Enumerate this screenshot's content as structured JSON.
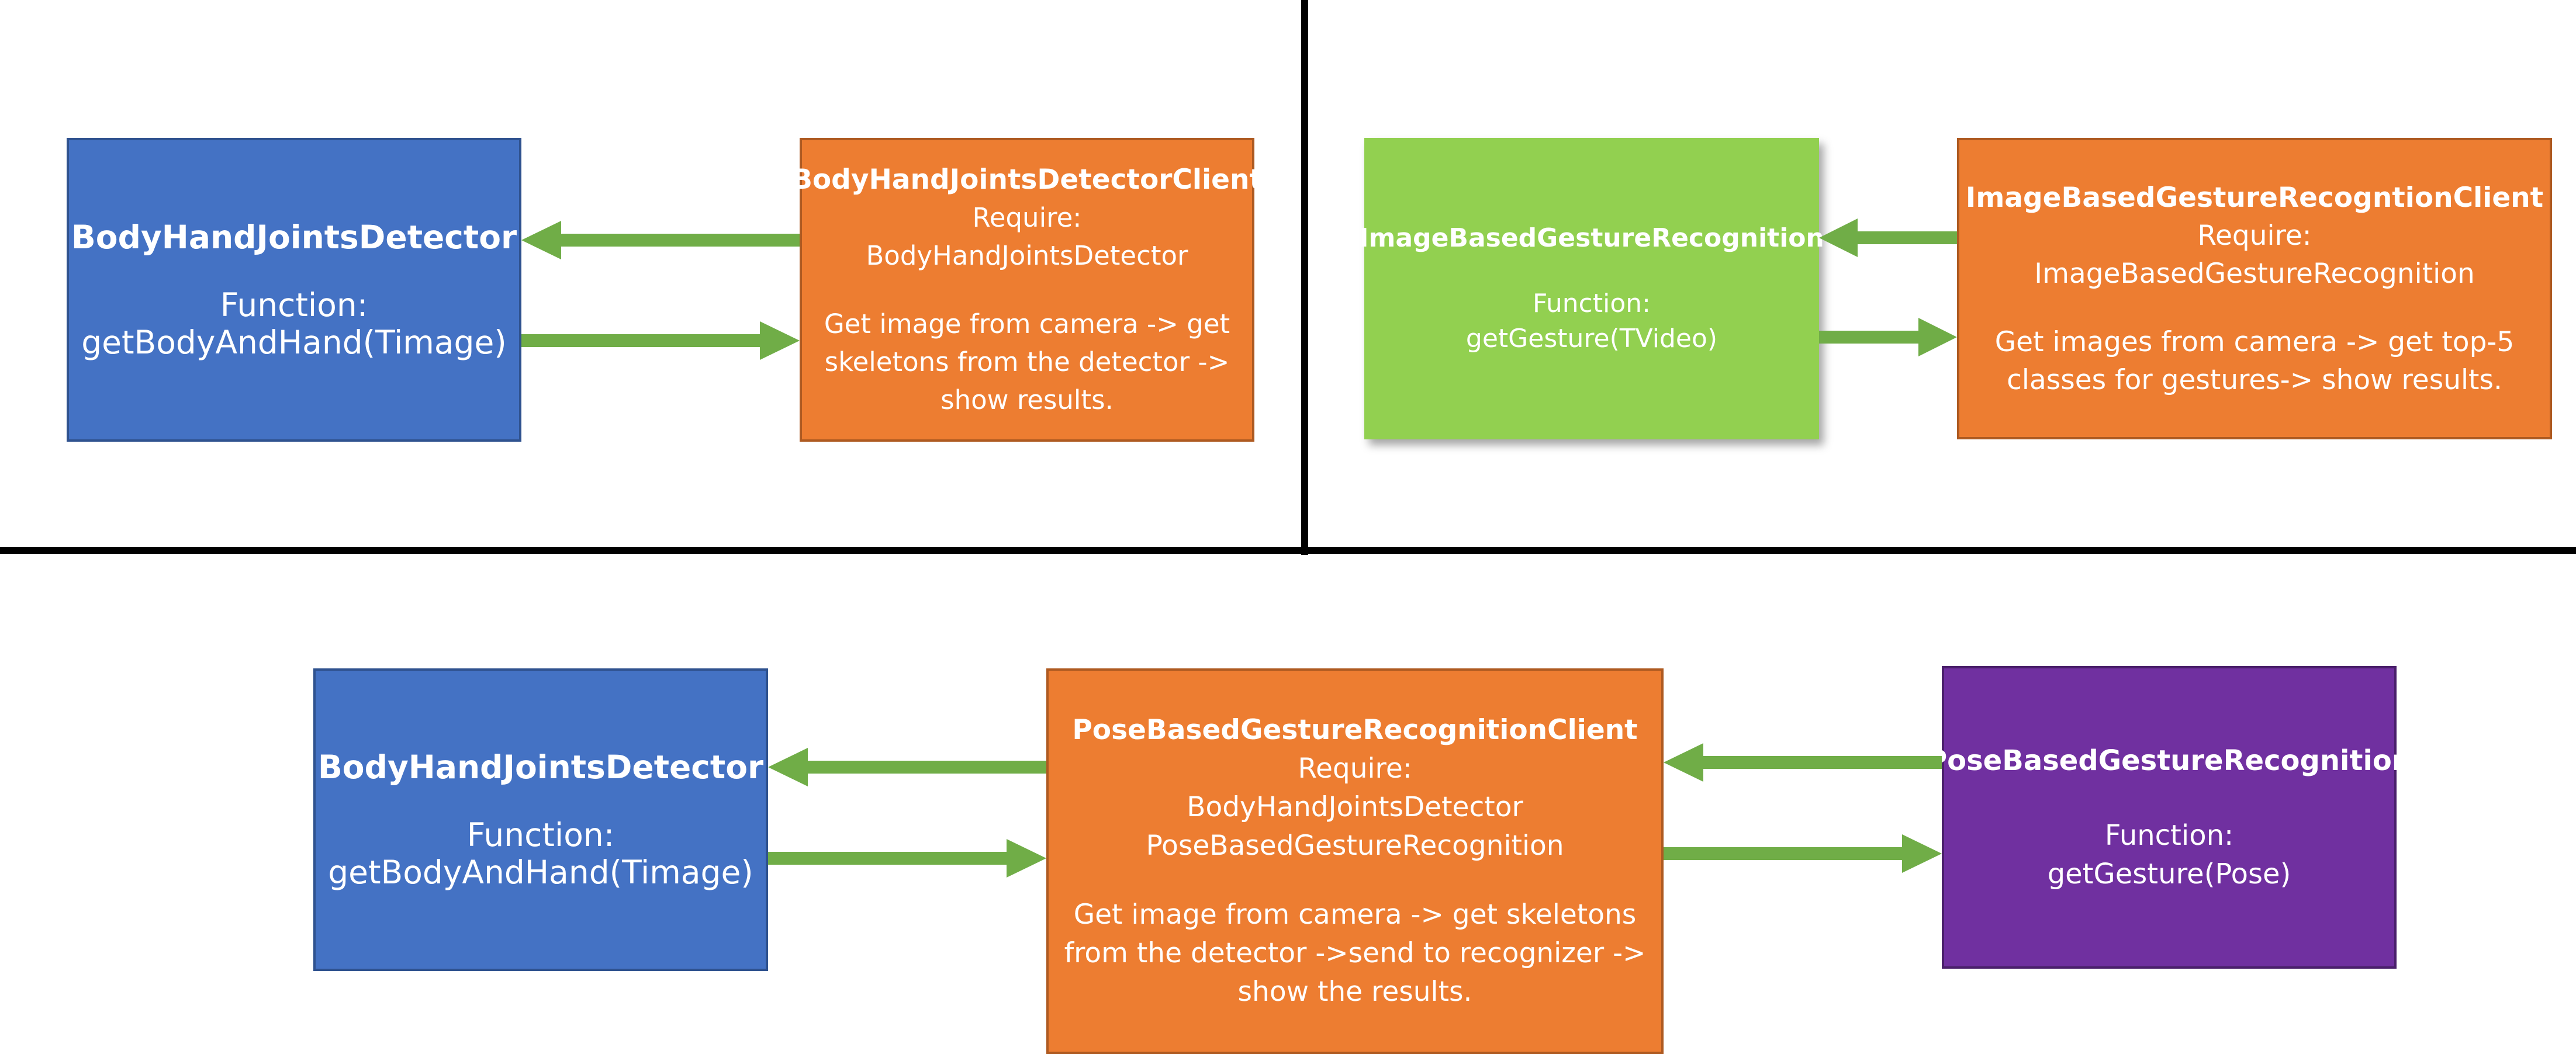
{
  "colors": {
    "blue": "#4472C4",
    "orange": "#ED7D31",
    "green": "#92D050",
    "purple": "#7030A0",
    "arrow": "#70AD47",
    "divider": "#000000"
  },
  "panel_top_left": {
    "detector": {
      "title": "BodyHandJointsDetector",
      "function_label": "Function:",
      "function_sig": "getBodyAndHand(Timage)"
    },
    "client": {
      "title": "BodyHandJointsDetectorClient",
      "require_label": "Require:",
      "requires": [
        "BodyHandJointsDetector"
      ],
      "description": [
        "Get image from camera -> get",
        "skeletons from the detector ->",
        "show results."
      ]
    }
  },
  "panel_top_right": {
    "recognizer": {
      "title": "ImageBasedGestureRecognition",
      "function_label": "Function:",
      "function_sig": "getGesture(TVideo)"
    },
    "client": {
      "title": "ImageBasedGestureRecogntionClient",
      "require_label": "Require:",
      "requires": [
        "ImageBasedGestureRecognition"
      ],
      "description": [
        "Get images from camera -> get top-5",
        "classes for gestures-> show results."
      ]
    }
  },
  "panel_bottom": {
    "detector": {
      "title": "BodyHandJointsDetector",
      "function_label": "Function:",
      "function_sig": "getBodyAndHand(Timage)"
    },
    "client": {
      "title": "PoseBasedGestureRecognitionClient",
      "require_label": "Require:",
      "requires": [
        "BodyHandJointsDetector",
        "PoseBasedGestureRecognition"
      ],
      "description": [
        "Get image from camera -> get skeletons",
        "from the detector ->send to recognizer ->",
        "show the results."
      ]
    },
    "recognizer": {
      "title": "PoseBasedGestureRecognition",
      "function_label": "Function:",
      "function_sig": "getGesture(Pose)"
    }
  }
}
